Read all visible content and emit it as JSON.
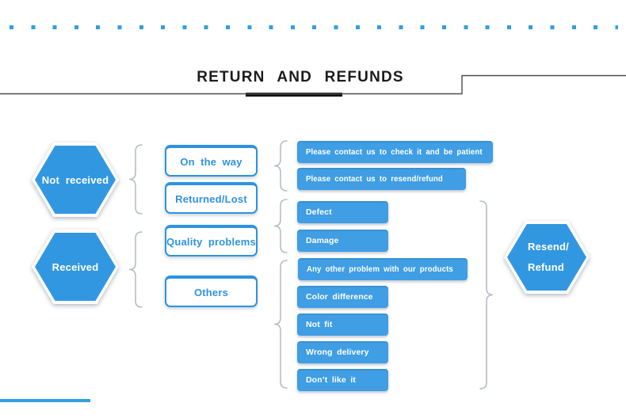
{
  "header": {
    "title": "RETURN AND REFUNDS"
  },
  "flow": {
    "sources": [
      {
        "label": "Not received"
      },
      {
        "label": "Received"
      }
    ],
    "branches": [
      {
        "label": "On the way"
      },
      {
        "label": "Returned/Lost"
      },
      {
        "label": "Quality problems"
      },
      {
        "label": "Others"
      }
    ],
    "outcomes": [
      {
        "label": "Please contact us to check it and be patient"
      },
      {
        "label": "Please contact us to resend/refund"
      },
      {
        "label": "Defect"
      },
      {
        "label": "Damage"
      },
      {
        "label": "Any other problem with our products"
      },
      {
        "label": "Color difference"
      },
      {
        "label": "Not fit"
      },
      {
        "label": "Wrong delivery"
      },
      {
        "label": "Don’t like it"
      }
    ],
    "result": {
      "line1": "Resend/",
      "line2": "Refund"
    }
  },
  "colors": {
    "accent_blue": "#3297e1",
    "outcome_blue": "#3f9ee4",
    "dot_blue": "#2f9fe3",
    "line_dark": "#4d4d4d",
    "brace_gray": "#b5bdc5",
    "underline_black": "#121212"
  }
}
